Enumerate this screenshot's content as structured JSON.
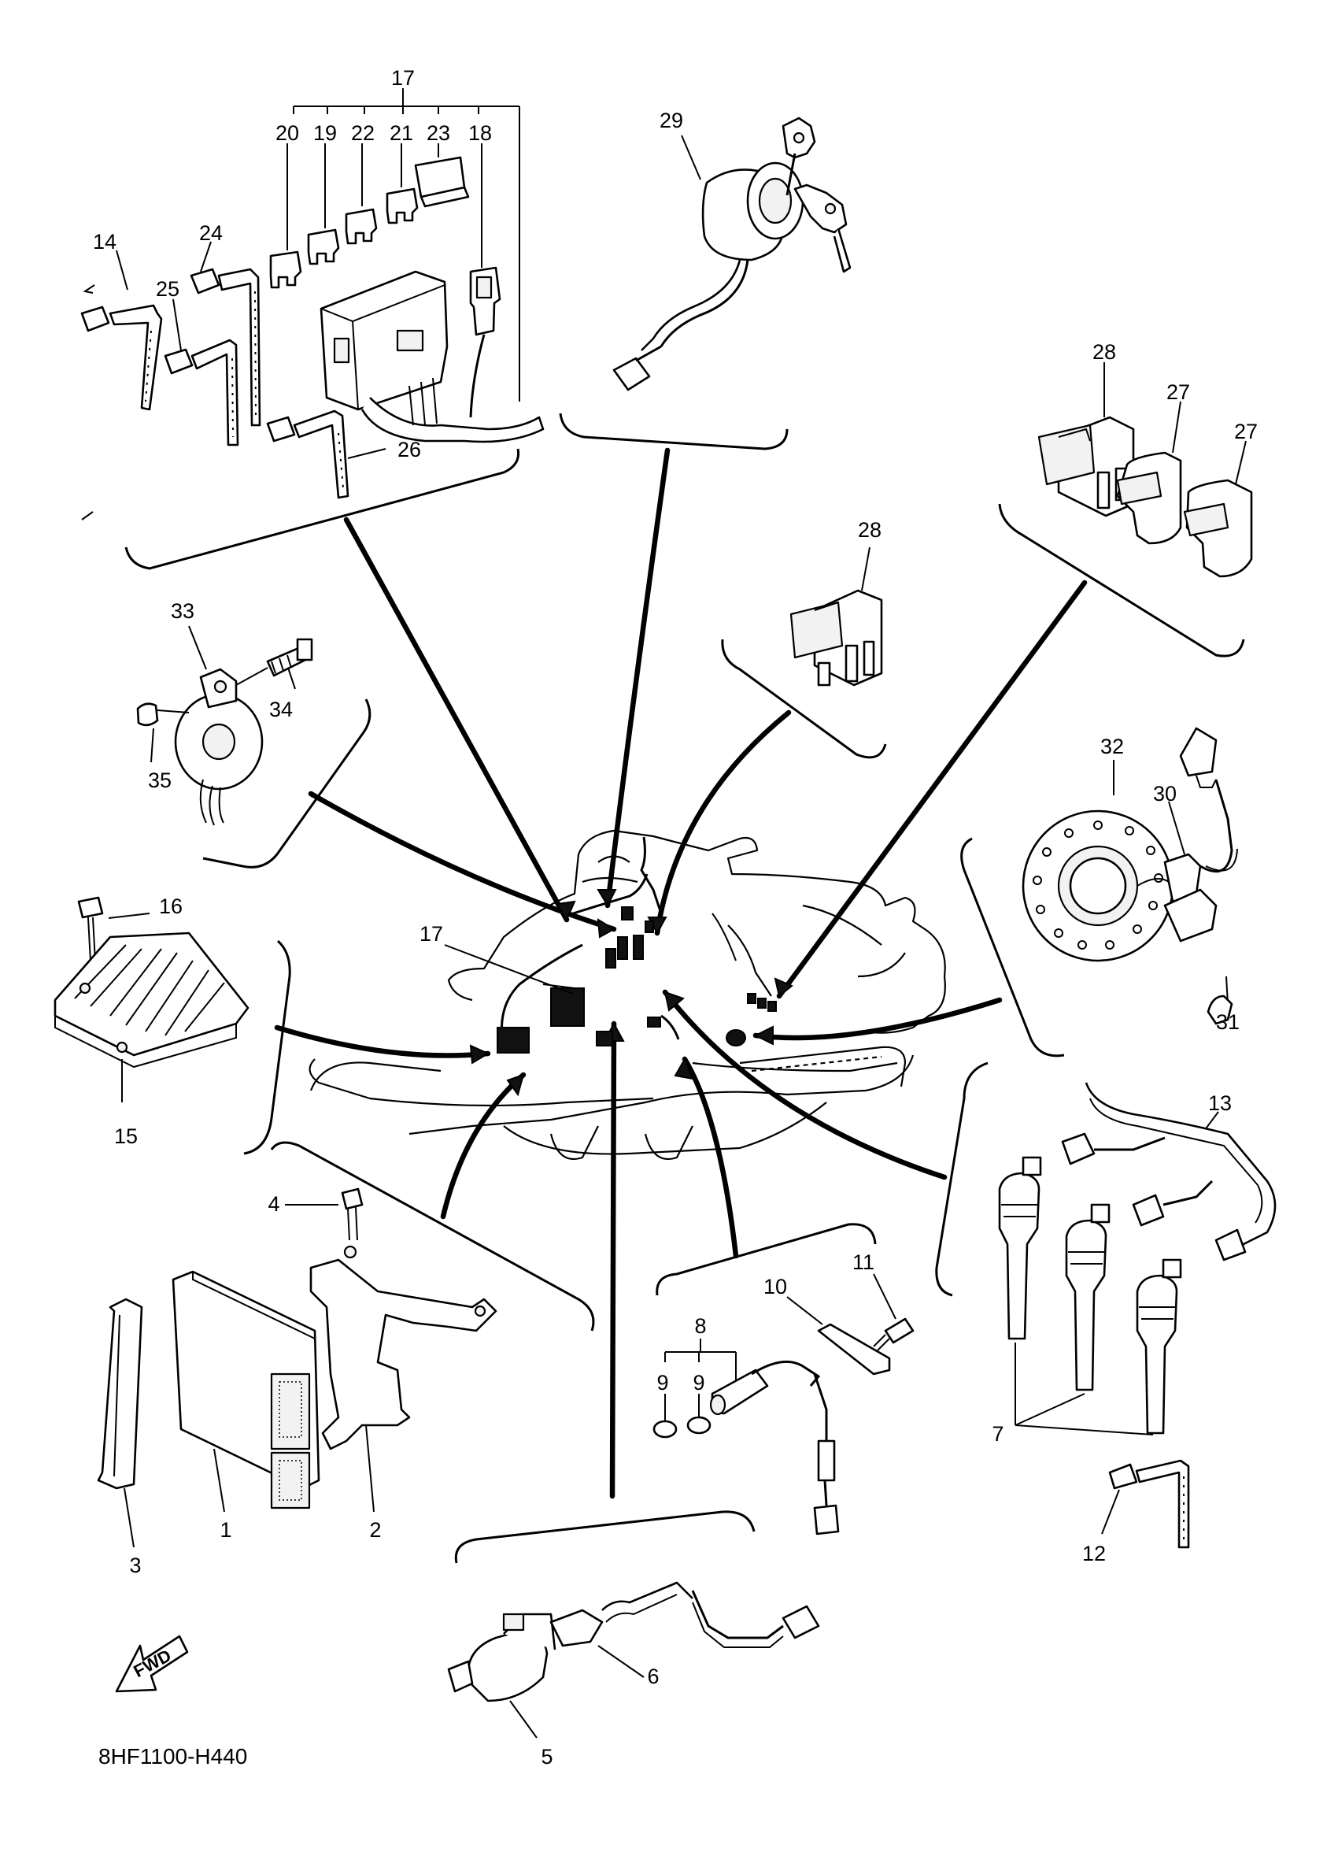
{
  "diagram": {
    "code": "8HF1100-H440",
    "fwd_label": "FWD",
    "callouts": [
      {
        "id": "c17top",
        "text": "17"
      },
      {
        "id": "c20",
        "text": "20"
      },
      {
        "id": "c19",
        "text": "19"
      },
      {
        "id": "c22",
        "text": "22"
      },
      {
        "id": "c21",
        "text": "21"
      },
      {
        "id": "c23",
        "text": "23"
      },
      {
        "id": "c18",
        "text": "18"
      },
      {
        "id": "c14",
        "text": "14"
      },
      {
        "id": "c24",
        "text": "24"
      },
      {
        "id": "c25",
        "text": "25"
      },
      {
        "id": "c26",
        "text": "26"
      },
      {
        "id": "c29",
        "text": "29"
      },
      {
        "id": "c28a",
        "text": "28"
      },
      {
        "id": "c27a",
        "text": "27"
      },
      {
        "id": "c27b",
        "text": "27"
      },
      {
        "id": "c28b",
        "text": "28"
      },
      {
        "id": "c33",
        "text": "33"
      },
      {
        "id": "c34",
        "text": "34"
      },
      {
        "id": "c35",
        "text": "35"
      },
      {
        "id": "c32",
        "text": "32"
      },
      {
        "id": "c30",
        "text": "30"
      },
      {
        "id": "c31",
        "text": "31"
      },
      {
        "id": "c16",
        "text": "16"
      },
      {
        "id": "c15",
        "text": "15"
      },
      {
        "id": "c17mid",
        "text": "17"
      },
      {
        "id": "c13",
        "text": "13"
      },
      {
        "id": "c7",
        "text": "7"
      },
      {
        "id": "c12",
        "text": "12"
      },
      {
        "id": "c4",
        "text": "4"
      },
      {
        "id": "c1",
        "text": "1"
      },
      {
        "id": "c2",
        "text": "2"
      },
      {
        "id": "c3",
        "text": "3"
      },
      {
        "id": "c8",
        "text": "8"
      },
      {
        "id": "c9a",
        "text": "9"
      },
      {
        "id": "c9b",
        "text": "9"
      },
      {
        "id": "c10",
        "text": "10"
      },
      {
        "id": "c11",
        "text": "11"
      },
      {
        "id": "c6",
        "text": "6"
      },
      {
        "id": "c5",
        "text": "5"
      }
    ]
  }
}
